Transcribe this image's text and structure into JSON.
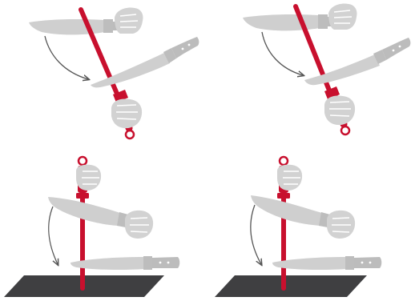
{
  "diagram": {
    "panels": [
      {
        "id": "panel-1",
        "method": "handheld-steel",
        "motion": "stroke-down-blade",
        "hand_side": "right"
      },
      {
        "id": "panel-2",
        "method": "handheld-steel",
        "motion": "stroke-down-blade",
        "hand_side": "right"
      },
      {
        "id": "panel-3",
        "method": "steel-tip-on-surface",
        "motion": "stroke-down-blade",
        "hand_side": "top"
      },
      {
        "id": "panel-4",
        "method": "steel-tip-on-surface",
        "motion": "stroke-down-blade",
        "hand_side": "top"
      }
    ]
  },
  "colors": {
    "background": "#ffffff",
    "steel": "#c8102e",
    "steel_dark": "#8c0b20",
    "knife_blade": "#cfcfcf",
    "knife_edge": "#b5b5b5",
    "knife_handle": "#bcbcbc",
    "hand": "#d2d2d2",
    "hand_line": "#ffffff",
    "arrow": "#555555",
    "surface": "#3f3f41"
  }
}
